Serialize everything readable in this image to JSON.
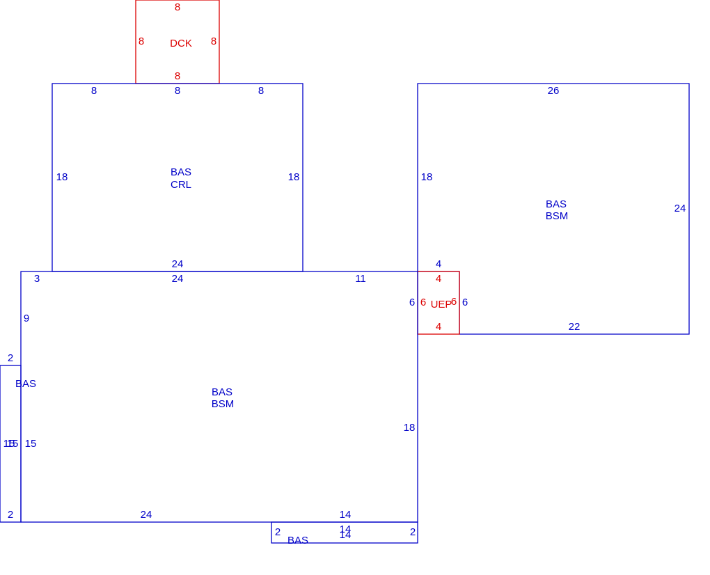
{
  "colors": {
    "blue": "#0000c8",
    "red": "#dc0000",
    "background": "#ffffff"
  },
  "areas": {
    "dck": {
      "name": "DCK",
      "top": "8",
      "left": "8",
      "right": "8",
      "bottom": "8"
    },
    "crl": {
      "line1": "BAS",
      "line2": "CRL",
      "top_left": "8",
      "top_mid": "8",
      "top_right": "8",
      "left": "18",
      "right": "18",
      "bottom": "24"
    },
    "bsm_right": {
      "line1": "BAS",
      "line2": "BSM",
      "top": "26",
      "left": "18",
      "right": "24",
      "bottom": "22",
      "notch_top": "4",
      "notch_right": "6"
    },
    "uep": {
      "name": "UEP",
      "top": "4",
      "left": "6",
      "right": "6",
      "bottom": "4"
    },
    "bsm_main": {
      "line1": "BAS",
      "line2": "BSM",
      "top_left": "3",
      "top_mid": "24",
      "top_right": "11",
      "step_left": "9",
      "left": "15",
      "step_right": "6",
      "right": "18",
      "bottom_left": "24",
      "bottom_right": "14"
    },
    "bas_left": {
      "name": "BAS",
      "top": "2",
      "bottom": "2",
      "left_a": "15",
      "left_b": "15"
    },
    "bas_bottom": {
      "name": "BAS",
      "left": "2",
      "right": "2",
      "top": "14",
      "bottom": "14"
    }
  }
}
